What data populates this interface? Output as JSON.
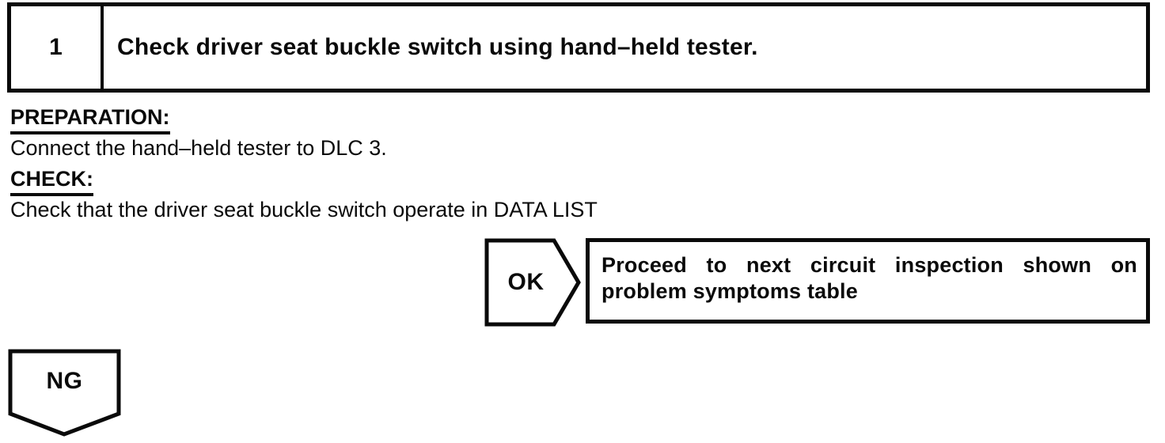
{
  "step": {
    "number": "1",
    "title": "Check driver seat buckle switch using hand–held tester."
  },
  "preparation": {
    "heading": "PREPARATION:",
    "body": "Connect the hand–held tester to DLC 3."
  },
  "check": {
    "heading": "CHECK:",
    "body": "Check that the driver seat buckle switch operate in DATA LIST"
  },
  "ok_branch": {
    "label": "OK",
    "result": "Proceed to next circuit inspection shown on problem symptoms table"
  },
  "ng_branch": {
    "label": "NG"
  },
  "colors": {
    "ink": "#0a0a0a",
    "paper": "#ffffff"
  }
}
